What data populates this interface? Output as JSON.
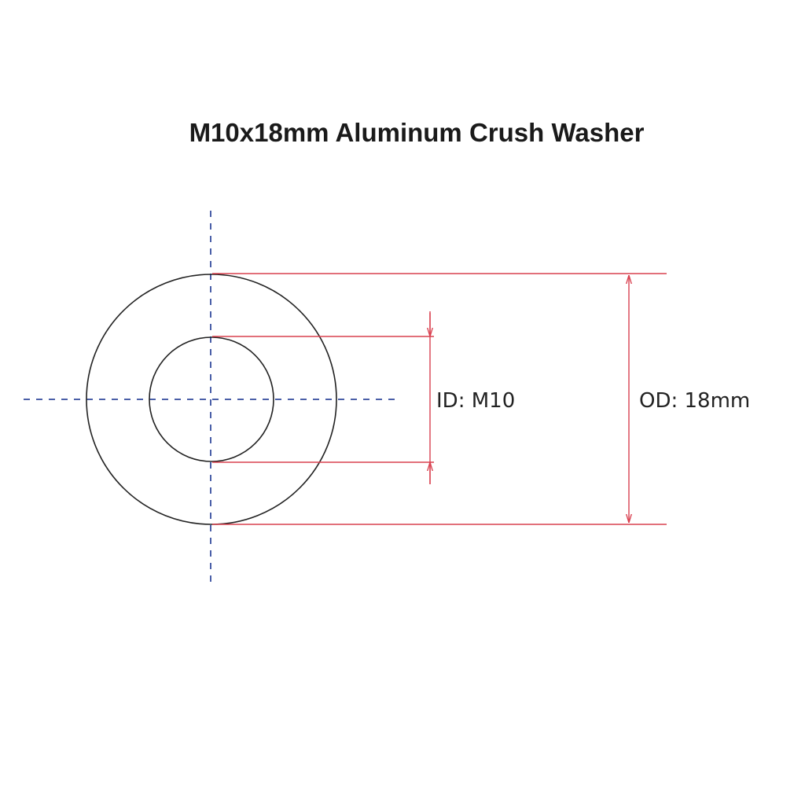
{
  "title": "M10x18mm Aluminum Crush  Washer",
  "dimensions": {
    "inner": {
      "label": "ID: M10"
    },
    "outer": {
      "label": "OD: 18mm"
    }
  },
  "colors": {
    "outline": "#222222",
    "centerline": "#4a5fa8",
    "dimension": "#d9404f"
  }
}
